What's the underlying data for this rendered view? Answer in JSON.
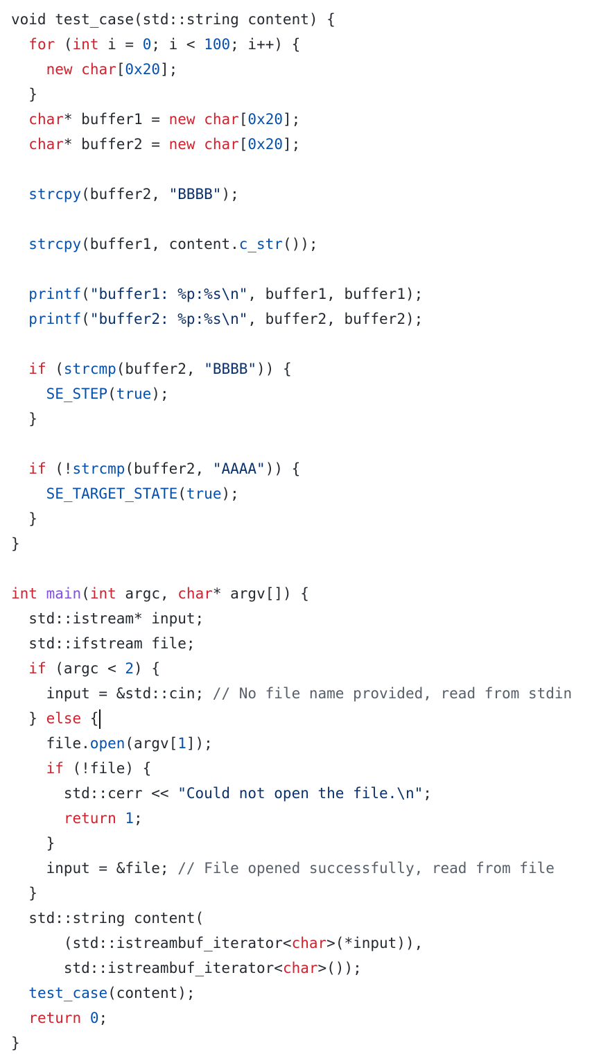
{
  "editor": {
    "lines": [
      [
        [
          "pl",
          "void test_case(std::string content) {"
        ]
      ],
      [
        [
          "pl",
          "  "
        ],
        [
          "kw",
          "for"
        ],
        [
          "pl",
          " ("
        ],
        [
          "kw",
          "int"
        ],
        [
          "pl",
          " i = "
        ],
        [
          "nm",
          "0"
        ],
        [
          "pl",
          "; i < "
        ],
        [
          "nm",
          "100"
        ],
        [
          "pl",
          "; i++) {"
        ]
      ],
      [
        [
          "pl",
          "    "
        ],
        [
          "kw",
          "new"
        ],
        [
          "pl",
          " "
        ],
        [
          "kw",
          "char"
        ],
        [
          "pl",
          "["
        ],
        [
          "nm",
          "0x20"
        ],
        [
          "pl",
          "];"
        ]
      ],
      [
        [
          "pl",
          "  }"
        ]
      ],
      [
        [
          "pl",
          "  "
        ],
        [
          "kw",
          "char"
        ],
        [
          "pl",
          "* buffer1 = "
        ],
        [
          "kw",
          "new"
        ],
        [
          "pl",
          " "
        ],
        [
          "kw",
          "char"
        ],
        [
          "pl",
          "["
        ],
        [
          "nm",
          "0x20"
        ],
        [
          "pl",
          "];"
        ]
      ],
      [
        [
          "pl",
          "  "
        ],
        [
          "kw",
          "char"
        ],
        [
          "pl",
          "* buffer2 = "
        ],
        [
          "kw",
          "new"
        ],
        [
          "pl",
          " "
        ],
        [
          "kw",
          "char"
        ],
        [
          "pl",
          "["
        ],
        [
          "nm",
          "0x20"
        ],
        [
          "pl",
          "];"
        ]
      ],
      [
        [
          "pl",
          ""
        ]
      ],
      [
        [
          "pl",
          "  "
        ],
        [
          "fn",
          "strcpy"
        ],
        [
          "pl",
          "(buffer2, "
        ],
        [
          "st",
          "\"BBBB\""
        ],
        [
          "pl",
          ");"
        ]
      ],
      [
        [
          "pl",
          ""
        ]
      ],
      [
        [
          "pl",
          "  "
        ],
        [
          "fn",
          "strcpy"
        ],
        [
          "pl",
          "(buffer1, content."
        ],
        [
          "fn",
          "c_str"
        ],
        [
          "pl",
          "());"
        ]
      ],
      [
        [
          "pl",
          ""
        ]
      ],
      [
        [
          "pl",
          "  "
        ],
        [
          "fn",
          "printf"
        ],
        [
          "pl",
          "("
        ],
        [
          "st",
          "\"buffer1: %p:%s\\n\""
        ],
        [
          "pl",
          ", buffer1, buffer1);"
        ]
      ],
      [
        [
          "pl",
          "  "
        ],
        [
          "fn",
          "printf"
        ],
        [
          "pl",
          "("
        ],
        [
          "st",
          "\"buffer2: %p:%s\\n\""
        ],
        [
          "pl",
          ", buffer2, buffer2);"
        ]
      ],
      [
        [
          "pl",
          ""
        ]
      ],
      [
        [
          "pl",
          "  "
        ],
        [
          "kw",
          "if"
        ],
        [
          "pl",
          " ("
        ],
        [
          "fn",
          "strcmp"
        ],
        [
          "pl",
          "(buffer2, "
        ],
        [
          "st",
          "\"BBBB\""
        ],
        [
          "pl",
          ")) {"
        ]
      ],
      [
        [
          "pl",
          "    "
        ],
        [
          "fn",
          "SE_STEP"
        ],
        [
          "pl",
          "("
        ],
        [
          "nm",
          "true"
        ],
        [
          "pl",
          ");"
        ]
      ],
      [
        [
          "pl",
          "  }"
        ]
      ],
      [
        [
          "pl",
          ""
        ]
      ],
      [
        [
          "pl",
          "  "
        ],
        [
          "kw",
          "if"
        ],
        [
          "pl",
          " (!"
        ],
        [
          "fn",
          "strcmp"
        ],
        [
          "pl",
          "(buffer2, "
        ],
        [
          "st",
          "\"AAAA\""
        ],
        [
          "pl",
          ")) {"
        ]
      ],
      [
        [
          "pl",
          "    "
        ],
        [
          "fn",
          "SE_TARGET_STATE"
        ],
        [
          "pl",
          "("
        ],
        [
          "nm",
          "true"
        ],
        [
          "pl",
          ");"
        ]
      ],
      [
        [
          "pl",
          "  }"
        ]
      ],
      [
        [
          "pl",
          "}"
        ]
      ],
      [
        [
          "pl",
          ""
        ]
      ],
      [
        [
          "kw",
          "int"
        ],
        [
          "pl",
          " "
        ],
        [
          "ty",
          "main"
        ],
        [
          "pl",
          "("
        ],
        [
          "kw",
          "int"
        ],
        [
          "pl",
          " argc, "
        ],
        [
          "kw",
          "char"
        ],
        [
          "pl",
          "* argv[]) {"
        ]
      ],
      [
        [
          "pl",
          "  std::istream* input;"
        ]
      ],
      [
        [
          "pl",
          "  std::ifstream file;"
        ]
      ],
      [
        [
          "pl",
          "  "
        ],
        [
          "kw",
          "if"
        ],
        [
          "pl",
          " (argc < "
        ],
        [
          "nm",
          "2"
        ],
        [
          "pl",
          ") {"
        ]
      ],
      [
        [
          "pl",
          "    input = &std::cin; "
        ],
        [
          "cm",
          "// No file name provided, read from stdin"
        ]
      ],
      [
        [
          "pl",
          "  } "
        ],
        [
          "kw",
          "else"
        ],
        [
          "pl",
          " {"
        ],
        [
          "caret",
          ""
        ]
      ],
      [
        [
          "pl",
          "    file."
        ],
        [
          "fn",
          "open"
        ],
        [
          "pl",
          "(argv["
        ],
        [
          "nm",
          "1"
        ],
        [
          "pl",
          "]);"
        ]
      ],
      [
        [
          "pl",
          "    "
        ],
        [
          "kw",
          "if"
        ],
        [
          "pl",
          " (!file) {"
        ]
      ],
      [
        [
          "pl",
          "      std::cerr << "
        ],
        [
          "st",
          "\"Could not open the file.\\n\""
        ],
        [
          "pl",
          ";"
        ]
      ],
      [
        [
          "pl",
          "      "
        ],
        [
          "kw",
          "return"
        ],
        [
          "pl",
          " "
        ],
        [
          "nm",
          "1"
        ],
        [
          "pl",
          ";"
        ]
      ],
      [
        [
          "pl",
          "    }"
        ]
      ],
      [
        [
          "pl",
          "    input = &file; "
        ],
        [
          "cm",
          "// File opened successfully, read from file"
        ]
      ],
      [
        [
          "pl",
          "  }"
        ]
      ],
      [
        [
          "pl",
          "  std::string content("
        ]
      ],
      [
        [
          "pl",
          "      (std::istreambuf_iterator<"
        ],
        [
          "kw",
          "char"
        ],
        [
          "pl",
          ">(*input)),"
        ]
      ],
      [
        [
          "pl",
          "      std::istreambuf_iterator<"
        ],
        [
          "kw",
          "char"
        ],
        [
          "pl",
          ">());"
        ]
      ],
      [
        [
          "pl",
          "  "
        ],
        [
          "fn",
          "test_case"
        ],
        [
          "pl",
          "(content);"
        ]
      ],
      [
        [
          "pl",
          "  "
        ],
        [
          "kw",
          "return"
        ],
        [
          "pl",
          " "
        ],
        [
          "nm",
          "0"
        ],
        [
          "pl",
          ";"
        ]
      ],
      [
        [
          "pl",
          "}"
        ]
      ]
    ]
  },
  "colors": {
    "keyword": "#cf222e",
    "function": "#0550ae",
    "number": "#0550ae",
    "string": "#0a3069",
    "comment": "#57606a",
    "plain": "#24292f",
    "type": "#8250df",
    "background": "#ffffff"
  }
}
